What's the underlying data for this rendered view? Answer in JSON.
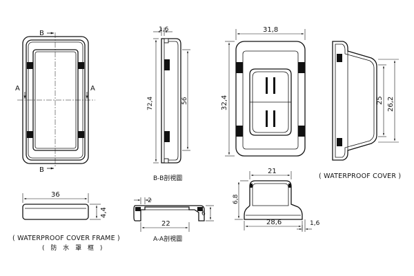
{
  "views": {
    "frame_top": {
      "section_mark_top": "B",
      "section_mark_bottom": "B",
      "section_mark_left": "A",
      "section_mark_right": "A"
    },
    "frame_section_bb": {
      "dim_thickness": "1,6",
      "dim_outer_height": "72,4",
      "dim_inner_height": "56",
      "caption": "B-B剖視圖"
    },
    "cover_top": {
      "dim_width": "31,8",
      "dim_height": "32,4"
    },
    "cover_side": {
      "dim_outer": "26,2",
      "dim_inner": "25",
      "caption": "( WATERPROOF COVER )"
    },
    "frame_side": {
      "dim_width": "36",
      "dim_height": "4,4",
      "caption": "( WATERPROOF COVER FRAME )",
      "caption_cn": "( 防 水 罩 框 )"
    },
    "frame_section_aa": {
      "dim_top": "2",
      "dim_bottom": "22",
      "dim_height": "6",
      "caption": "A-A剖視圖"
    },
    "cover_section": {
      "dim_top": "21",
      "dim_height": "6,8",
      "dim_bottom": "28,6",
      "dim_lip": "1,6"
    }
  }
}
